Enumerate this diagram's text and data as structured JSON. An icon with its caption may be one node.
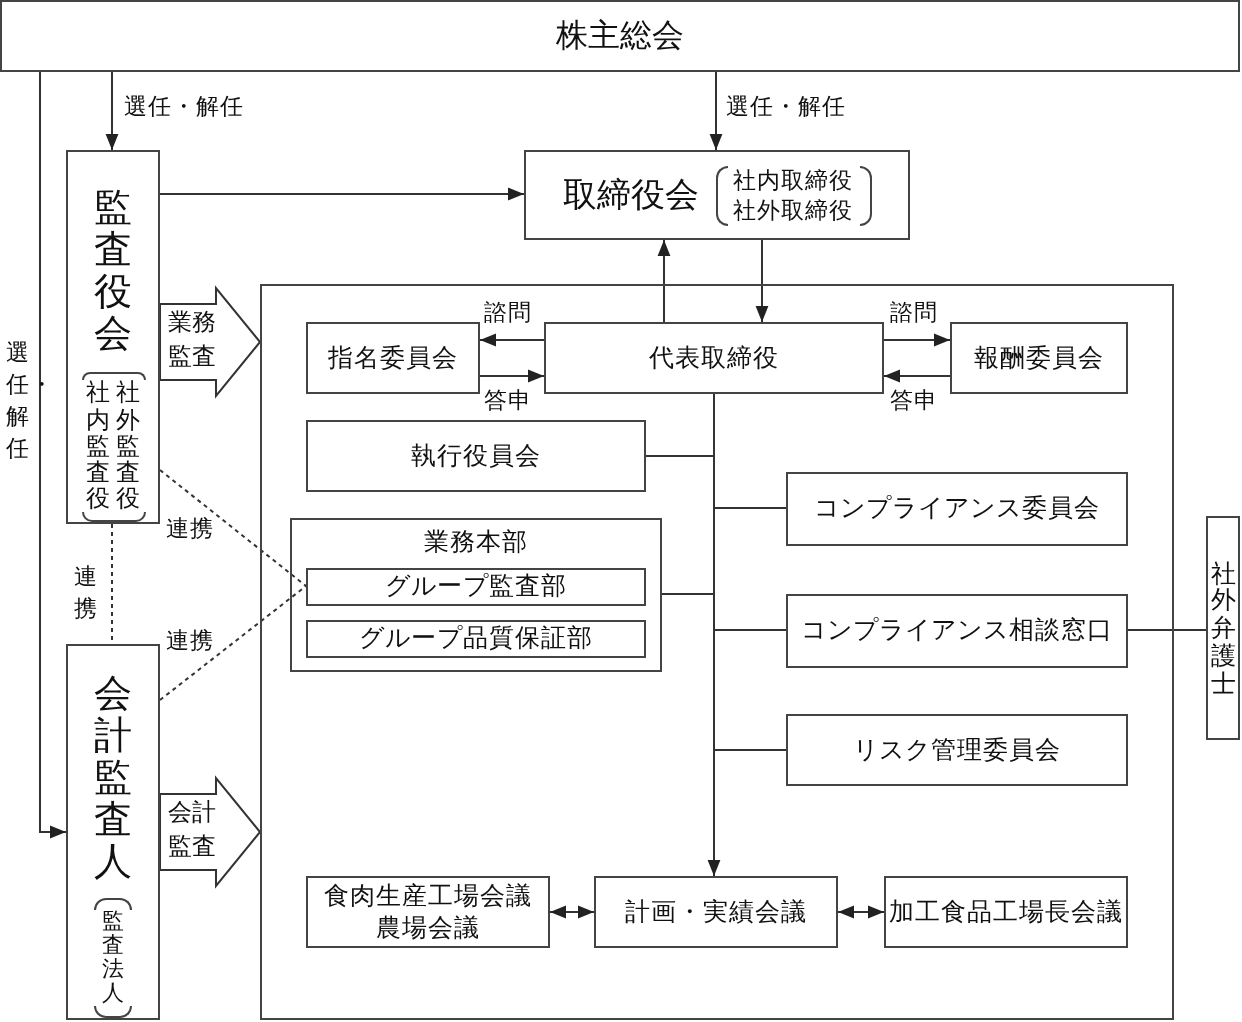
{
  "diagram": {
    "nodes": [
      {
        "text": [
          "株主総会"
        ]
      },
      {
        "text": [
          "監査役会",
          "社内監査役",
          "社外監査役"
        ]
      },
      {
        "text": [
          "取締役会",
          "社内取締役",
          "社外取締役"
        ]
      },
      {
        "text": [],
        "shape": "box"
      },
      {
        "text": [
          "指名委員会"
        ],
        "in": 3
      },
      {
        "text": [
          "代表取締役"
        ],
        "in": 3
      },
      {
        "text": [
          "報酬委員会"
        ],
        "in": 3
      },
      {
        "text": [
          "執行役員会"
        ],
        "in": 3
      },
      {
        "text": [
          "業務本部"
        ],
        "in": 3
      },
      {
        "text": [
          "グループ監査部"
        ],
        "in": 8
      },
      {
        "text": [
          "グループ品質保証部"
        ],
        "in": 8
      },
      {
        "text": [
          "コンプライアンス委員会"
        ],
        "in": 3
      },
      {
        "text": [
          "コンプライアンス相談窓口"
        ],
        "in": 3
      },
      {
        "text": [
          "社外弁護士"
        ]
      },
      {
        "text": [
          "リスク管理委員会"
        ],
        "in": 3
      },
      {
        "text": [
          "会計監査人",
          "監査法人"
        ]
      },
      {
        "text": [
          "食肉生産工場会議",
          "農場会議"
        ],
        "in": 3
      },
      {
        "text": [
          "計画・実績会議"
        ],
        "in": 3
      },
      {
        "text": [
          "加工食品工場長会議"
        ],
        "in": 3
      }
    ],
    "edges": [
      {
        "from": 0,
        "to": 1,
        "arrow": "to",
        "label": "選任・解任"
      },
      {
        "from": 0,
        "to": 2,
        "arrow": "to",
        "label": "選任・解任"
      },
      {
        "from": 0,
        "to": 15,
        "arrow": "to",
        "label": "選任・解任"
      },
      {
        "from": 1,
        "to": 2,
        "arrow": "to"
      },
      {
        "from": 1,
        "to": 3,
        "arrow": "to",
        "label": "業務監査",
        "style": "thick"
      },
      {
        "from": 5,
        "to": 2,
        "arrow": "to"
      },
      {
        "from": 2,
        "to": 5,
        "arrow": "to"
      },
      {
        "from": 5,
        "to": 4,
        "arrow": "to",
        "label": "諮問"
      },
      {
        "from": 4,
        "to": 5,
        "arrow": "to",
        "label": "答申"
      },
      {
        "from": 5,
        "to": 6,
        "arrow": "to",
        "label": "諮問"
      },
      {
        "from": 6,
        "to": 5,
        "arrow": "to",
        "label": "答申"
      },
      {
        "from": 5,
        "to": 7,
        "arrow": "none"
      },
      {
        "from": 5,
        "to": 11,
        "arrow": "none"
      },
      {
        "from": 5,
        "to": 8,
        "arrow": "none"
      },
      {
        "from": 5,
        "to": 12,
        "arrow": "none"
      },
      {
        "from": 5,
        "to": 14,
        "arrow": "none"
      },
      {
        "from": 5,
        "to": 17,
        "arrow": "to"
      },
      {
        "from": 12,
        "to": 13,
        "arrow": "none"
      },
      {
        "from": 16,
        "to": 17,
        "arrow": "both"
      },
      {
        "from": 17,
        "to": 18,
        "arrow": "both"
      },
      {
        "from": 1,
        "to": 15,
        "arrow": "none",
        "label": "連携",
        "style": "dashed"
      },
      {
        "from": 1,
        "to": 9,
        "arrow": "none",
        "label": "連携",
        "style": "dashed"
      },
      {
        "from": 15,
        "to": 9,
        "arrow": "none",
        "label": "連携",
        "style": "dashed"
      },
      {
        "from": 15,
        "to": 3,
        "arrow": "to",
        "label": "会計監査",
        "style": "thick"
      }
    ]
  }
}
